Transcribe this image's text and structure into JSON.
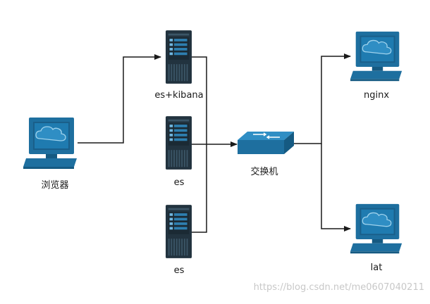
{
  "nodes": {
    "browser": {
      "label": "浏览器"
    },
    "es_kibana": {
      "label": "es+kibana"
    },
    "es_2": {
      "label": "es"
    },
    "es_3": {
      "label": "es"
    },
    "switch": {
      "label": "交换机"
    },
    "nginx": {
      "label": "nginx"
    },
    "lat": {
      "label": "lat"
    }
  },
  "edges": [
    {
      "from": "browser",
      "to": "es_kibana"
    },
    {
      "from": "es_kibana",
      "to": "switch"
    },
    {
      "from": "es_2",
      "to": "switch"
    },
    {
      "from": "es_3",
      "to": "switch"
    },
    {
      "from": "switch",
      "to": "nginx"
    },
    {
      "from": "switch",
      "to": "lat"
    }
  ],
  "watermark": "https://blog.csdn.net/me0607040211",
  "colors": {
    "line": "#1a1a1a",
    "device_blue": "#1e6f9f",
    "device_dark": "#155a82",
    "server_dark": "#22333f",
    "server_panel": "#2e7fb0",
    "cloud": "#5fa8cf",
    "watermark": "#c8c8c8"
  }
}
